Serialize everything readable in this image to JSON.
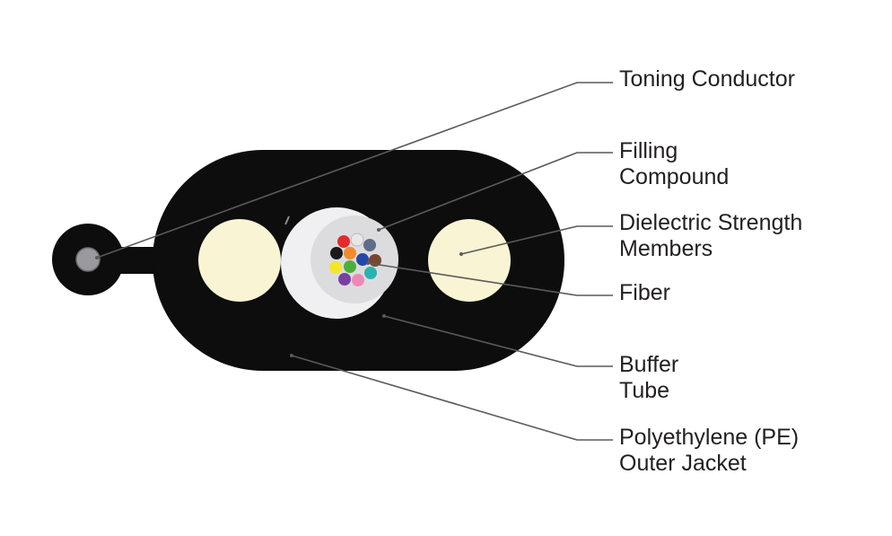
{
  "labels": {
    "toning_conductor": [
      "Toning Conductor"
    ],
    "filling_compound": [
      "Filling",
      "Compound"
    ],
    "dielectric_strength_members": [
      "Dielectric Strength",
      "Members"
    ],
    "fiber": [
      "Fiber"
    ],
    "buffer_tube": [
      "Buffer",
      "Tube"
    ],
    "pe_outer_jacket": [
      "Polyethylene (PE)",
      "Outer Jacket"
    ]
  },
  "colors": {
    "jacket": "#0d0d0d",
    "strength_member": "#f8f4d4",
    "buffer_tube": "#f0f0f2",
    "filling_compound": "#dcdcdf",
    "toning_conductor_core": "#9a9a9e",
    "leader_line": "#5a5a5a",
    "fibers": [
      "#e8e8e8",
      "#e32b2b",
      "#5f6e86",
      "#1a1a1a",
      "#f28a2d",
      "#2448a8",
      "#7a4530",
      "#f2e62a",
      "#4caf3c",
      "#27b4b0",
      "#7a3fa3",
      "#ef88b6"
    ]
  }
}
